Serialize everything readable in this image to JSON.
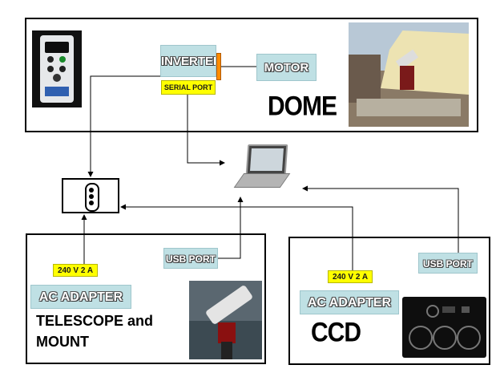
{
  "dome": {
    "title": "DOME",
    "inverter_label": "INVERTER",
    "serial_port_label": "SERIAL PORT",
    "motor_label": "MOTOR"
  },
  "telescope": {
    "title_line1": "TELESCOPE and",
    "title_line2": "MOUNT",
    "power_rating": "240 V   2 A",
    "ac_adapter_label": "AC ADAPTER",
    "usb_port_label": "USB PORT"
  },
  "ccd": {
    "title": "CCD",
    "power_rating": "240 V   2 A",
    "ac_adapter_label": "AC ADAPTER",
    "usb_port_label": "USB PORT"
  },
  "colors": {
    "label_fill": "#bfe0e4",
    "power_label_fill": "#ffff00",
    "connector": "#ff8c00"
  }
}
